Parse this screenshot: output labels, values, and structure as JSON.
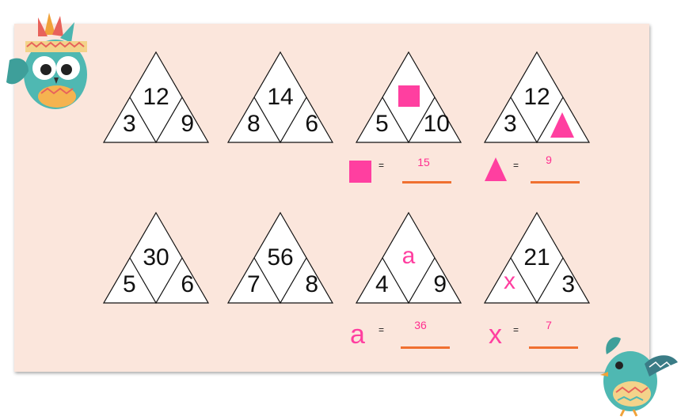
{
  "triangles": [
    {
      "top": "12",
      "left": "3",
      "right": "9"
    },
    {
      "top": "14",
      "left": "8",
      "right": "6"
    },
    {
      "top": "",
      "left": "5",
      "right": "10"
    },
    {
      "top": "12",
      "left": "3",
      "right": ""
    },
    {
      "top": "30",
      "left": "5",
      "right": "6"
    },
    {
      "top": "56",
      "left": "7",
      "right": "8"
    },
    {
      "top": "a",
      "left": "4",
      "right": "9"
    },
    {
      "top": "21",
      "left": "x",
      "right": "3"
    }
  ],
  "answers": [
    {
      "symbol": "square",
      "equals": "=",
      "value": "15"
    },
    {
      "symbol": "triangle",
      "equals": "=",
      "value": "9"
    },
    {
      "symbol": "a",
      "equals": "=",
      "value": "36"
    },
    {
      "symbol": "x",
      "equals": "=",
      "value": "7"
    }
  ],
  "colors": {
    "pink": "#ff3fa0",
    "line": "#f07030",
    "panel": "#fbe6dc"
  },
  "icons": [
    "owl-icon",
    "bird-icon",
    "pink-square-icon",
    "pink-triangle-icon"
  ]
}
